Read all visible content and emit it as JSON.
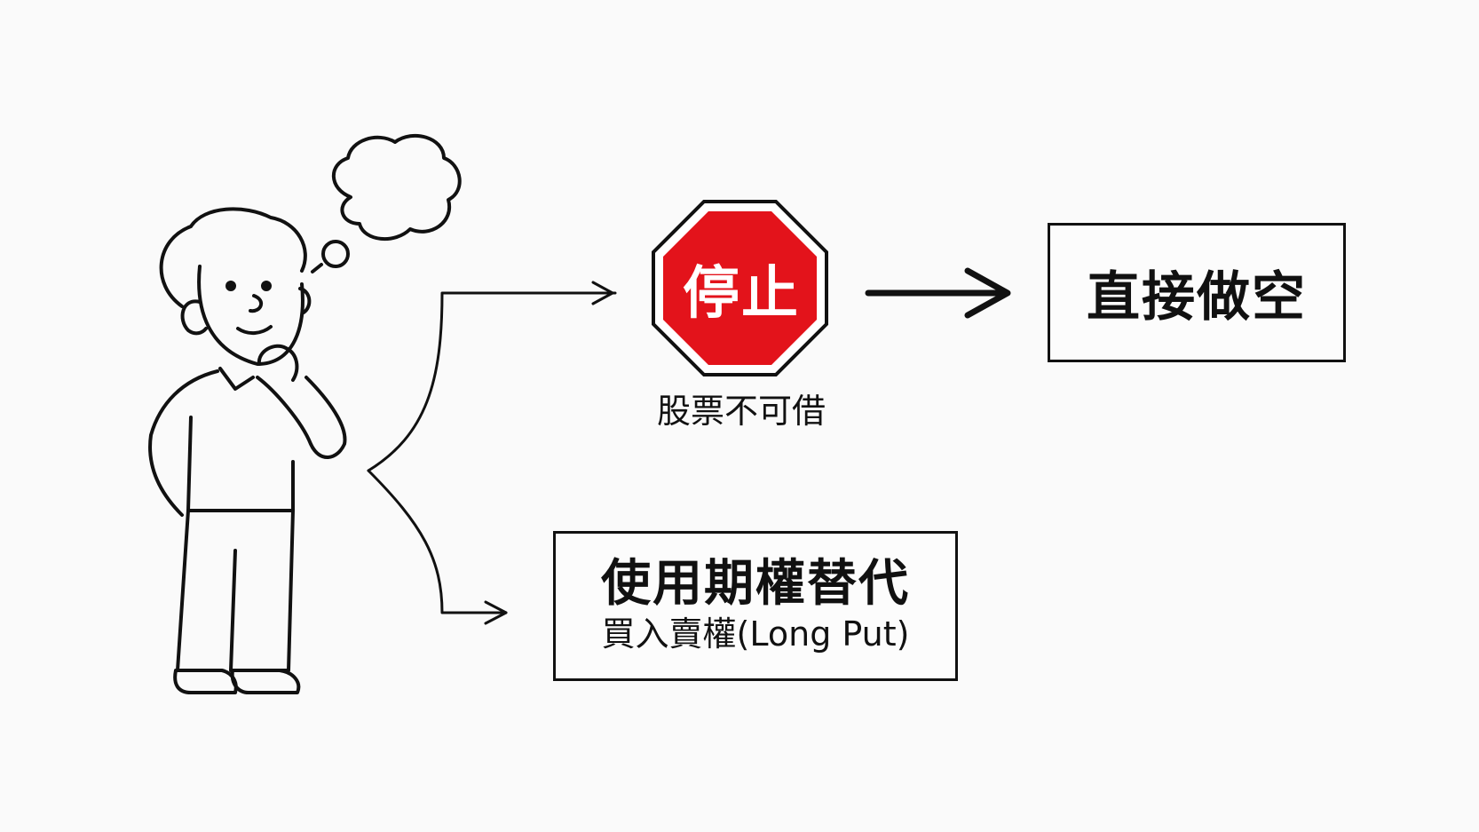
{
  "stop_sign": {
    "label": "停止",
    "caption": "股票不可借",
    "fill_color": "#e3131b"
  },
  "outcome_short": {
    "label": "直接做空"
  },
  "outcome_alternative": {
    "title": "使用期權替代",
    "subtitle": "買入賣權(Long Put)"
  },
  "icons": [
    "thinking-person-icon",
    "thought-bubble-icon",
    "stop-sign-icon",
    "arrow-right-icon"
  ]
}
